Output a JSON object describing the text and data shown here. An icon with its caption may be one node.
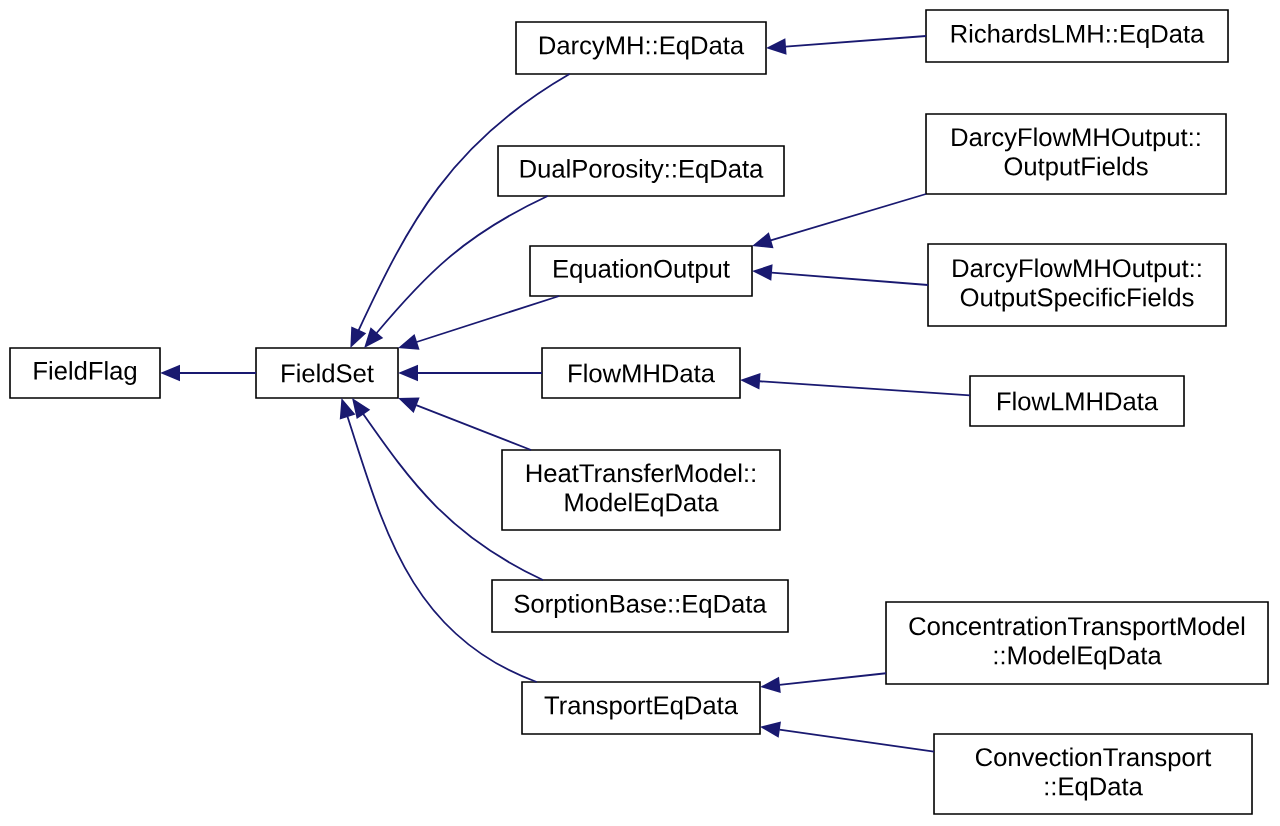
{
  "diagram": {
    "nodes": [
      {
        "text": [
          "FieldFlag"
        ]
      },
      {
        "text": [
          "FieldSet"
        ]
      },
      {
        "text": [
          "DarcyMH::EqData"
        ]
      },
      {
        "text": [
          "DualPorosity::EqData"
        ]
      },
      {
        "text": [
          "EquationOutput"
        ]
      },
      {
        "text": [
          "FlowMHData"
        ]
      },
      {
        "text": [
          "HeatTransferModel:: ModelEqData"
        ]
      },
      {
        "text": [
          "SorptionBase::EqData"
        ]
      },
      {
        "text": [
          "TransportEqData"
        ]
      },
      {
        "text": [
          "RichardsLMH::EqData"
        ]
      },
      {
        "text": [
          "DarcyFlowMHOutput:: OutputFields"
        ]
      },
      {
        "text": [
          "DarcyFlowMHOutput:: OutputSpecificFields"
        ]
      },
      {
        "text": [
          "FlowLMHData"
        ]
      },
      {
        "text": [
          "ConcentrationTransportModel ::ModelEqData"
        ]
      },
      {
        "text": [
          "ConvectionTransport ::EqData"
        ]
      }
    ],
    "edges": [
      {
        "from": 1,
        "to": 0,
        "arrow": "to"
      },
      {
        "from": 2,
        "to": 1,
        "arrow": "to"
      },
      {
        "from": 3,
        "to": 1,
        "arrow": "to"
      },
      {
        "from": 4,
        "to": 1,
        "arrow": "to"
      },
      {
        "from": 5,
        "to": 1,
        "arrow": "to"
      },
      {
        "from": 6,
        "to": 1,
        "arrow": "to"
      },
      {
        "from": 7,
        "to": 1,
        "arrow": "to"
      },
      {
        "from": 8,
        "to": 1,
        "arrow": "to"
      },
      {
        "from": 9,
        "to": 2,
        "arrow": "to"
      },
      {
        "from": 10,
        "to": 4,
        "arrow": "to"
      },
      {
        "from": 11,
        "to": 4,
        "arrow": "to"
      },
      {
        "from": 12,
        "to": 5,
        "arrow": "to"
      },
      {
        "from": 13,
        "to": 8,
        "arrow": "to"
      },
      {
        "from": 14,
        "to": 8,
        "arrow": "to"
      }
    ]
  }
}
